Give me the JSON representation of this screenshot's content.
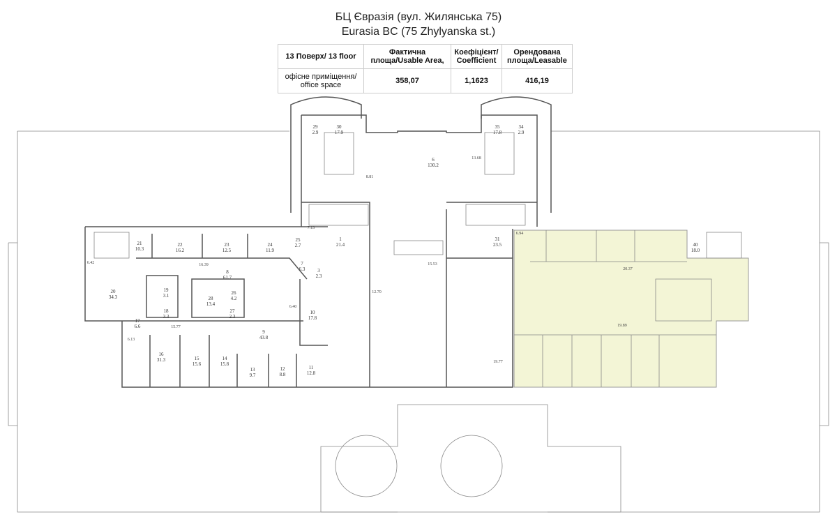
{
  "header": {
    "title_ua": "БЦ Євразія (вул. Жилянська 75)",
    "title_en": "Eurasia BC (75 Zhylyanska st.)"
  },
  "table": {
    "floor_label": "13 Поверх/  13 floor",
    "col_usable": "Фактична площа/Usable Area,",
    "col_coef": "Коефіцієнт/ Coefficient",
    "col_leasable": "Орендована площа/Leasable",
    "row_label": "офісне приміщення/ office space",
    "usable": "358,07",
    "coef": "1,1623",
    "leasable": "416,19"
  },
  "colors": {
    "highlight": "#f3f5d6",
    "walls": "#555555"
  },
  "rooms": [
    {
      "n": "21",
      "a": "10.3"
    },
    {
      "n": "22",
      "a": "16.2"
    },
    {
      "n": "23",
      "a": "12.5"
    },
    {
      "n": "24",
      "a": "11.9"
    },
    {
      "n": "25",
      "a": "2.7"
    },
    {
      "n": "20",
      "a": "34.3"
    },
    {
      "n": "19",
      "a": "3.1"
    },
    {
      "n": "18",
      "a": "3.3"
    },
    {
      "n": "8",
      "a": "61.7"
    },
    {
      "n": "28",
      "a": "13.4"
    },
    {
      "n": "26",
      "a": "4.2"
    },
    {
      "n": "27",
      "a": "2.3"
    },
    {
      "n": "17",
      "a": "6.6"
    },
    {
      "n": "16",
      "a": "31.3"
    },
    {
      "n": "15",
      "a": "15.6"
    },
    {
      "n": "14",
      "a": "15.8"
    },
    {
      "n": "13",
      "a": "9.7"
    },
    {
      "n": "12",
      "a": "8.8"
    },
    {
      "n": "11",
      "a": "12.8"
    },
    {
      "n": "9",
      "a": "43.8"
    },
    {
      "n": "10",
      "a": "17.8"
    },
    {
      "n": "7",
      "a": "6.3"
    },
    {
      "n": "3",
      "a": "2.3"
    },
    {
      "n": "1",
      "a": "21.4"
    },
    {
      "n": "6",
      "a": "130.2"
    },
    {
      "n": "30",
      "a": "17.9"
    },
    {
      "n": "29",
      "a": "2.9"
    },
    {
      "n": "35",
      "a": "17.8"
    },
    {
      "n": "34",
      "a": "2.9"
    },
    {
      "n": "31",
      "a": "23.5"
    },
    {
      "n": "40",
      "a": "18.0"
    }
  ],
  "dims": [
    "16.39",
    "15.77",
    "12.70",
    "19.77",
    "19.89",
    "20.37",
    "13.68",
    "8.81",
    "15.53",
    "7.13",
    "6.94",
    "6.40",
    "6.42",
    "6.13"
  ]
}
